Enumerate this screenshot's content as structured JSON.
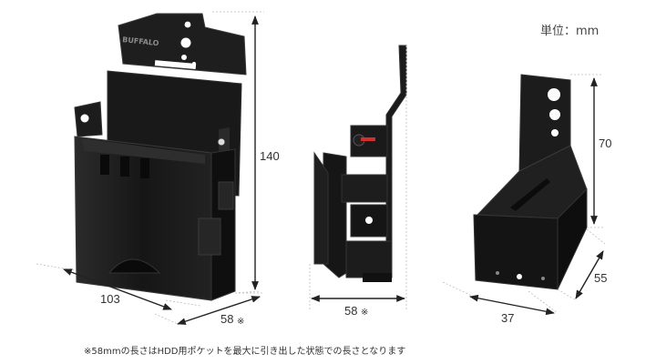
{
  "unit_label": "単位：mm",
  "brand_logo_text": "BUFFALO",
  "dimensions": {
    "left_height": "140",
    "left_width": "103",
    "left_depth": "58",
    "left_depth_mark": "※",
    "middle_depth": "58",
    "middle_depth_mark": "※",
    "right_height": "70",
    "right_width": "37",
    "right_depth": "55"
  },
  "footnote": "※58mmの長さはHDD用ポケットを最大に引き出した状態での長さとなります",
  "colors": {
    "product": "#1a1a1a",
    "product_edge": "#3a3a3a",
    "accent": "#d32f2f"
  }
}
